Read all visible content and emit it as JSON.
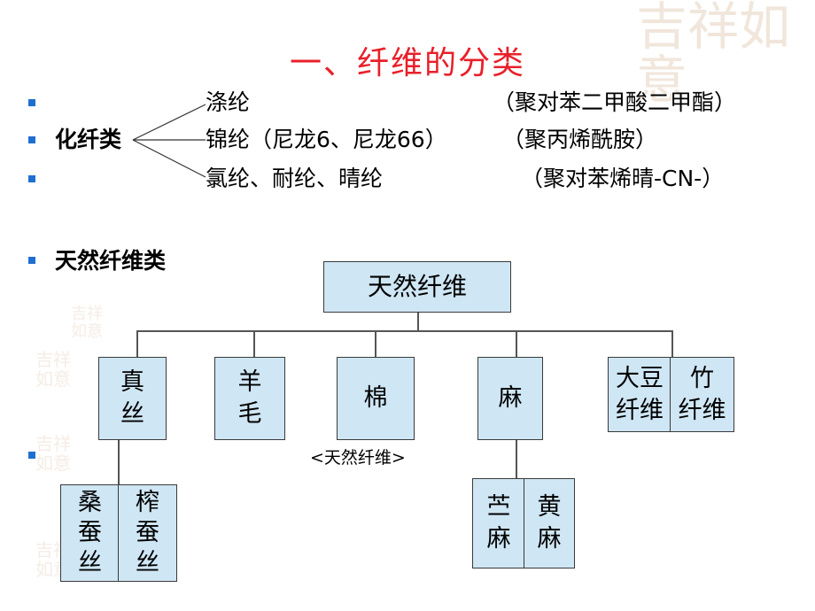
{
  "slide": {
    "title": "一、纤维的分类",
    "synthetic": {
      "label": "化纤类",
      "rows": [
        {
          "name": "涤纶",
          "formula": "（聚对苯二甲酸二甲酯）"
        },
        {
          "name": "锦纶（尼龙6、尼龙66）",
          "formula": "（聚丙烯酰胺）"
        },
        {
          "name": "氯纶、耐纶、晴纶",
          "formula": "（聚对苯烯晴-CN-）"
        }
      ]
    },
    "natural_label": "天然纤维类",
    "tree": {
      "root": "天然纤维",
      "silk": [
        "真",
        "丝"
      ],
      "wool": [
        "羊",
        "毛"
      ],
      "cotton": "棉",
      "cotton_caption": "<天然纤维>",
      "hemp": "麻",
      "soy": [
        "大豆",
        "纤维"
      ],
      "bamboo": [
        "竹",
        "纤维"
      ],
      "mulberry_silk": [
        "桑",
        "蚕",
        "丝"
      ],
      "tussah_silk": [
        "榨",
        "蚕",
        "丝"
      ],
      "ramie": [
        "苎",
        "麻"
      ],
      "jute": [
        "黄",
        "麻"
      ]
    },
    "decoration": {
      "large": "吉祥如意",
      "small": "吉祥如意"
    }
  },
  "colors": {
    "title": "#e8202a",
    "bullet": "#1f6fd1",
    "node_fill": "#cfe6f4"
  }
}
